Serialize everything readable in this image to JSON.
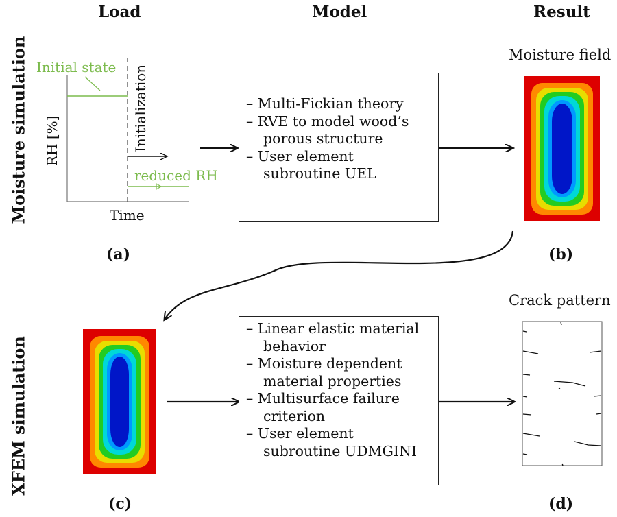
{
  "columns": {
    "load": "Load",
    "model": "Model",
    "result": "Result"
  },
  "rows": {
    "top": "Moisture simulation",
    "bottom": "XFEM simulation"
  },
  "load_plot": {
    "initial_state": "Initial state",
    "initialization": "Initialization",
    "reduced_rh": "reduced RH",
    "ylabel": "RH [%]",
    "xlabel": "Time",
    "colors": {
      "green": "#7cbb4d"
    }
  },
  "model_top": {
    "items": [
      [
        "– Multi-Fickian theory"
      ],
      [
        "– RVE to model wood’s",
        "porous structure"
      ],
      [
        "– User element",
        "subroutine UEL"
      ]
    ]
  },
  "model_bottom": {
    "items": [
      [
        "– Linear elastic material",
        "behavior"
      ],
      [
        "– Moisture dependent",
        "material properties"
      ],
      [
        "– Multisurface failure",
        "criterion"
      ],
      [
        "– User element",
        "subroutine UDMGINI"
      ]
    ]
  },
  "results": {
    "moisture_field": "Moisture field",
    "crack_pattern": "Crack pattern"
  },
  "subfigure_labels": {
    "a": "(a)",
    "b": "(b)",
    "c": "(c)",
    "d": "(d)"
  },
  "field_colors": [
    "#dd0000",
    "#ff8800",
    "#e8dd00",
    "#22cc22",
    "#00d8d8",
    "#0099ff",
    "#0016c8"
  ]
}
